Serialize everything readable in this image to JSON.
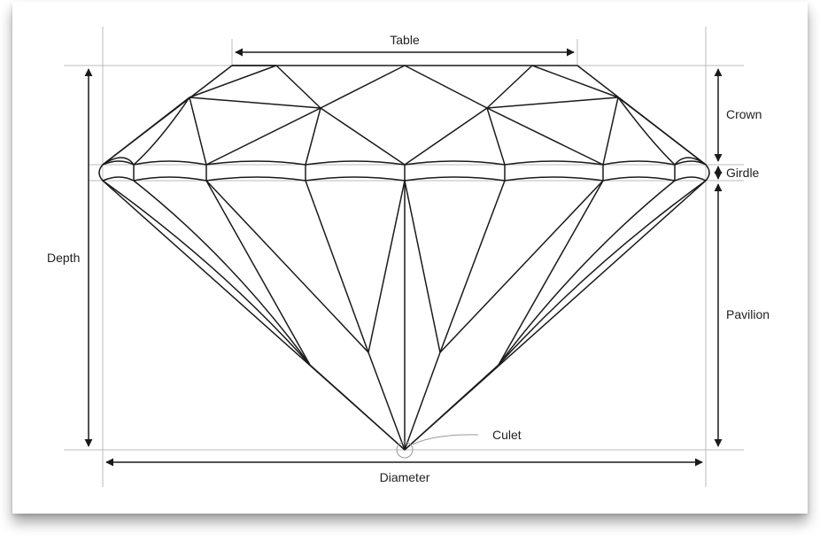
{
  "labels": {
    "table": "Table",
    "crown": "Crown",
    "girdle": "Girdle",
    "depth": "Depth",
    "pavilion": "Pavilion",
    "culet": "Culet",
    "diameter": "Diameter"
  },
  "colors": {
    "line": "#1a1a1a",
    "guide": "#bbbbbb",
    "text": "#222222",
    "background": "#ffffff"
  }
}
